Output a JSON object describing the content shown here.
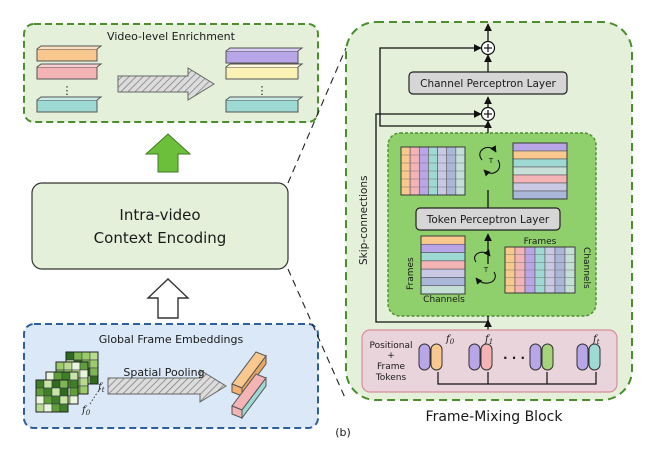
{
  "video_enrichment": {
    "title": "Video-level Enrichment",
    "dots": "⋮"
  },
  "context_encoding": {
    "line1": "Intra-video",
    "line2": "Context Encoding"
  },
  "global_embeddings": {
    "title": "Global Frame Embeddings",
    "pooling_label": "Spatial Pooling",
    "f0": "f",
    "f0_sub": "0",
    "ft": "f",
    "ft_sub": "t"
  },
  "frame_mixing": {
    "caption": "Frame-Mixing Block",
    "skip_label": "Skip-connections",
    "channel_layer": "Channel Perceptron Layer",
    "token_layer": "Token Perceptron Layer",
    "transpose": "T",
    "frames_label": "Frames",
    "channels_label": "Channels",
    "positional_line1": "Positional",
    "positional_plus": "+",
    "positional_line2": "Frame",
    "positional_line3": "Tokens",
    "tokens": [
      {
        "name": "f",
        "sub": "0"
      },
      {
        "name": "f",
        "sub": "1"
      },
      {
        "name": "f",
        "sub": "t"
      }
    ],
    "ellipsis": "· · ·"
  },
  "panel_label": "(b)",
  "colors": {
    "green_bg": "#e4f0da",
    "green_border": "#4b8f2c",
    "blue_bg": "#dbe8f7",
    "blue_border": "#2f5f9a",
    "pink_border": "#d98c9a",
    "arrow_green": "#6bbf3a",
    "orange": "#f9c88f",
    "pink": "#f4b4b6",
    "teal": "#9fd9d4",
    "purple": "#b9a6e8",
    "yellow": "#faf1b5"
  }
}
